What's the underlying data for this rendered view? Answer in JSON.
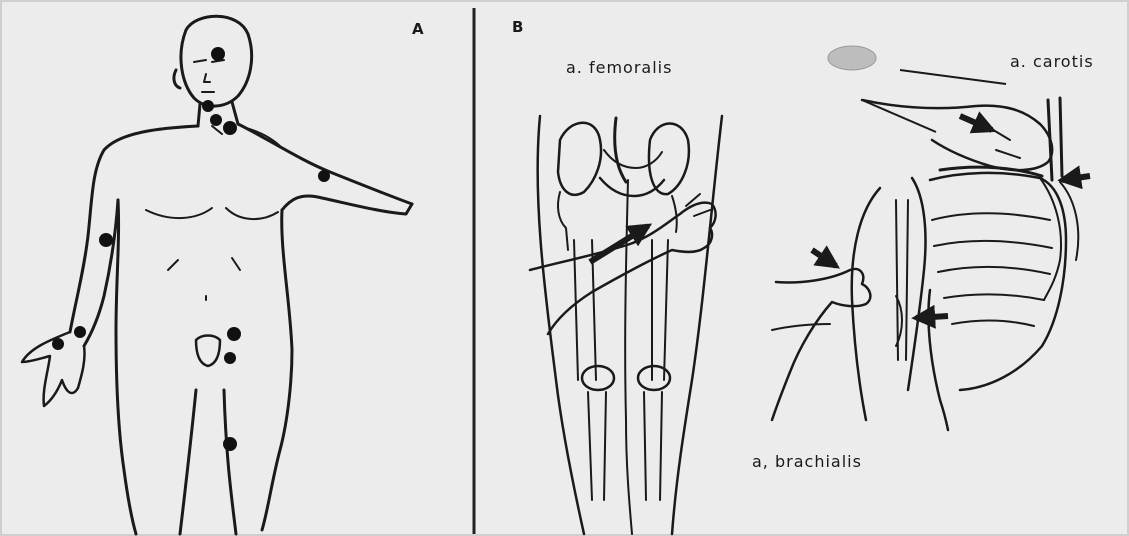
{
  "panel_a": {
    "letter": "A"
  },
  "panel_b": {
    "letter": "B",
    "labels": {
      "femoralis": "a. femoralis",
      "carotis": "a. carotis",
      "brachialis": "a, brachialis"
    }
  },
  "colors": {
    "paper": "#ececec",
    "ink": "#1a1a1a",
    "pulse_dot": "#111111"
  }
}
